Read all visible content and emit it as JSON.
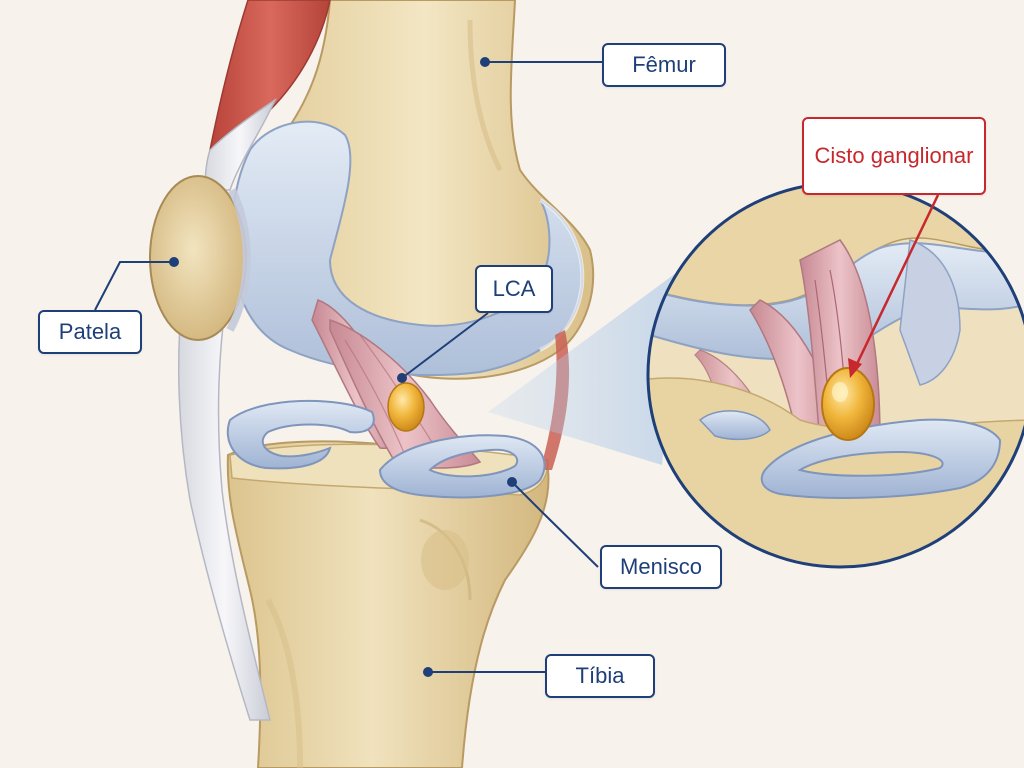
{
  "labels": {
    "femur": "Fêmur",
    "patela": "Patela",
    "lca": "LCA",
    "menisco": "Menisco",
    "tibia": "Tíbia",
    "cisto": "Cisto ganglionar"
  },
  "colors": {
    "background": "#f7f2ec",
    "bone": "#ecdcb4",
    "cartilage": "#c9d6e8",
    "ligament": "#d9a5ae",
    "muscle": "#c8554a",
    "cyst": "#e9a930",
    "label_border": "#1f3f78",
    "highlight_label": "#c7282d"
  }
}
